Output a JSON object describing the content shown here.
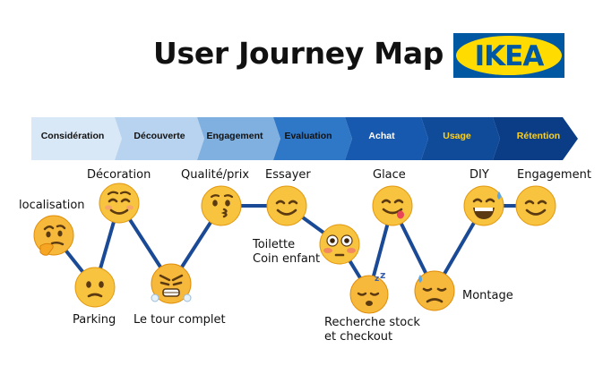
{
  "title": "User Journey Map",
  "logo": {
    "text": "IKEA",
    "blue": "#0058a3",
    "yellow": "#ffdb00"
  },
  "phases": [
    {
      "label": "Considération",
      "color": "#d9e8f7",
      "text_color": "#111111"
    },
    {
      "label": "Découverte",
      "color": "#b7d3ef",
      "text_color": "#111111"
    },
    {
      "label": "Engagement",
      "color": "#7fb0e0",
      "text_color": "#111111"
    },
    {
      "label": "Evaluation",
      "color": "#2f78c8",
      "text_color": "#111111"
    },
    {
      "label": "Achat",
      "color": "#1659ae",
      "text_color": "#ffffff"
    },
    {
      "label": "Usage",
      "color": "#0f4b98",
      "text_color": "#ffd21a"
    },
    {
      "label": "Rétention",
      "color": "#0b3d86",
      "text_color": "#ffd21a"
    }
  ],
  "touchpoints": [
    {
      "label": "localisation",
      "emoji": "thinking-face"
    },
    {
      "label": "Parking",
      "emoji": "confused-face"
    },
    {
      "label": "Décoration",
      "emoji": "smiling-face"
    },
    {
      "label": "Le tour complet",
      "emoji": "tired-face"
    },
    {
      "label": "Qualité/prix",
      "emoji": "kissing-face"
    },
    {
      "label": "Essayer",
      "emoji": "smiling-face"
    },
    {
      "label": "Toilette\nCoin enfant",
      "emoji": "flushed-face"
    },
    {
      "label": "Recherche stock\net checkout",
      "emoji": "sleeping-face"
    },
    {
      "label": "Glace",
      "emoji": "yum-face"
    },
    {
      "label": "Montage",
      "emoji": "disappointed-sweat-face"
    },
    {
      "label": "DIY",
      "emoji": "grinning-sweat-face"
    },
    {
      "label": "Engagement",
      "emoji": "smiling-face"
    }
  ],
  "line_color": "#1a4a96"
}
